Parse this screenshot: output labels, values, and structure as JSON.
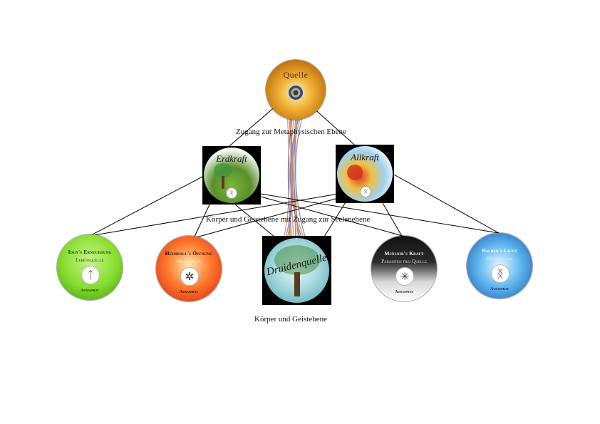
{
  "nodes": {
    "quelle": {
      "title": "Quelle"
    },
    "erdkraft": {
      "title": "Erdkraft"
    },
    "allkraft": {
      "title": "Allkraft"
    },
    "druiden": {
      "title": "Druidenquelle"
    },
    "idun": {
      "title": "Idun's Erneuerung",
      "subtitle": "Lebensquelle",
      "footer": "Auraspray",
      "rune": "ᛏ"
    },
    "heimdall": {
      "title": "Heimdall's Öffnung",
      "subtitle": "Herzquelle",
      "footer": "Auraspray",
      "rune": "✲"
    },
    "mjolnir": {
      "title": "Mjölnir's Kraft",
      "subtitle": "Parasiten frei Quelle",
      "footer": "Auraspray",
      "rune": "✳"
    },
    "balder": {
      "title": "Balder's Licht",
      "subtitle": "Detoxquelle",
      "footer": "Auraspray",
      "rune": "ᛝ"
    }
  },
  "captions": {
    "meta": "Zugang zur Metaphysischen Ebene",
    "seele": "Körper und Geistebene mit Zugang zur Seelenebene",
    "body": "Körper und Geistebene"
  },
  "colors": {
    "line": "#000000",
    "strand_orange": "#e8823a",
    "strand_blue": "#6f82c6"
  }
}
